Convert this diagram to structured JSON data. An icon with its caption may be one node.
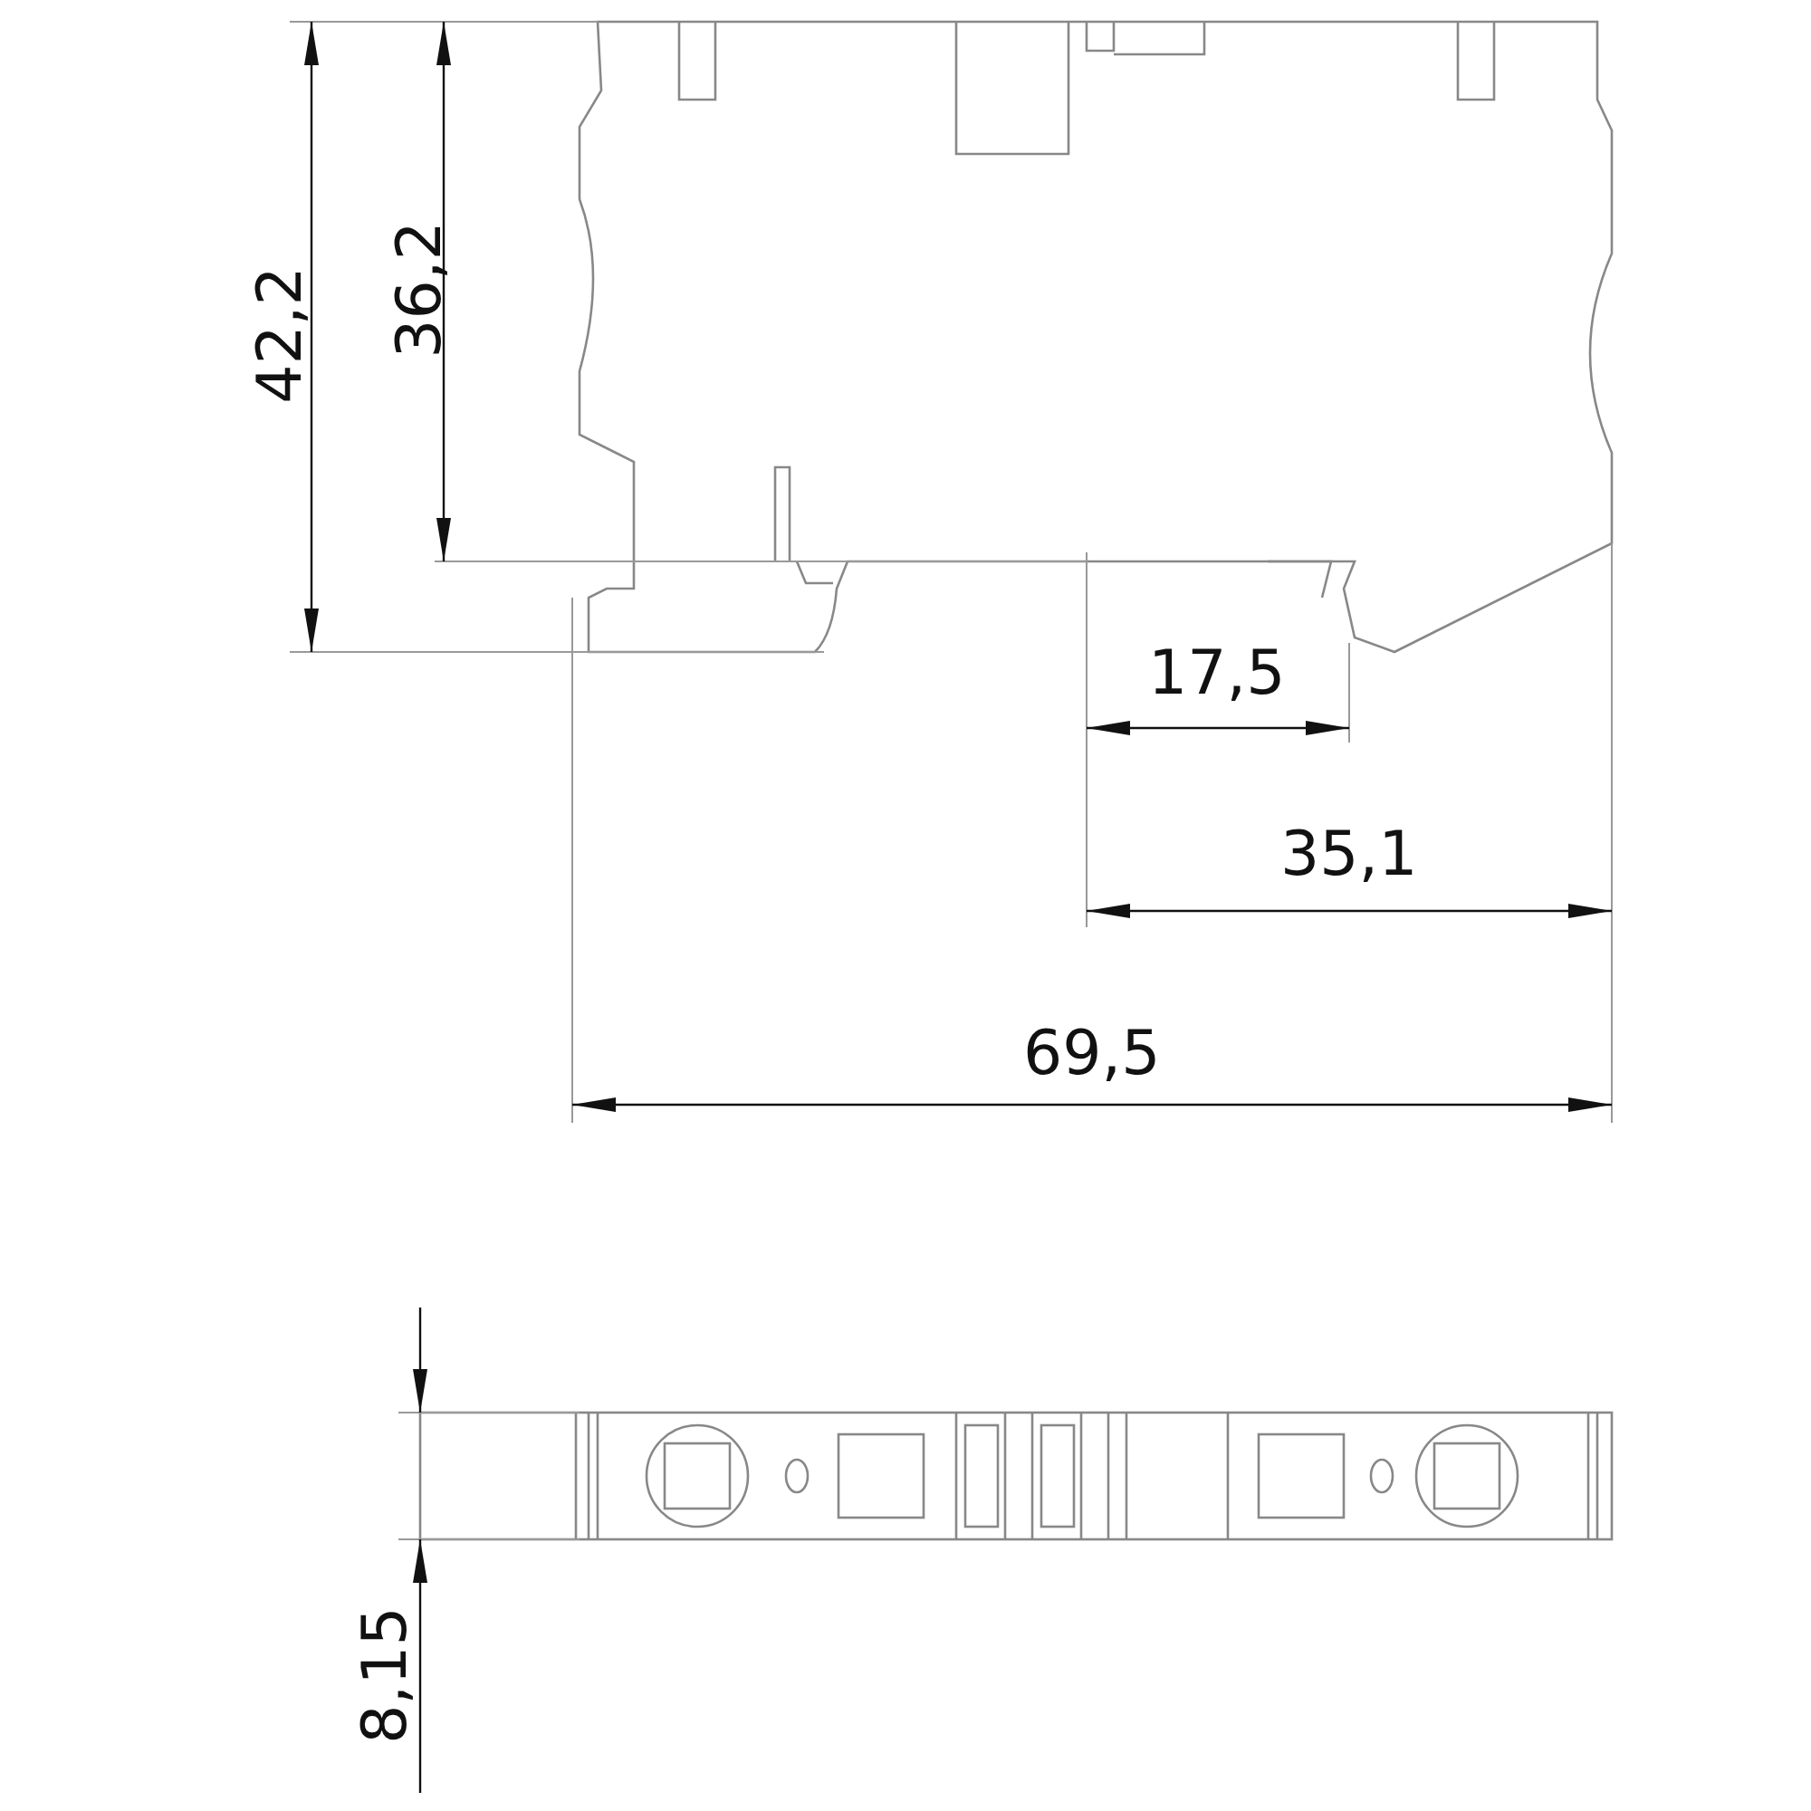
{
  "diagram": {
    "labels": [
      "42,2",
      "36,2",
      "17,5",
      "35,1",
      "69,5",
      "8,15"
    ]
  }
}
